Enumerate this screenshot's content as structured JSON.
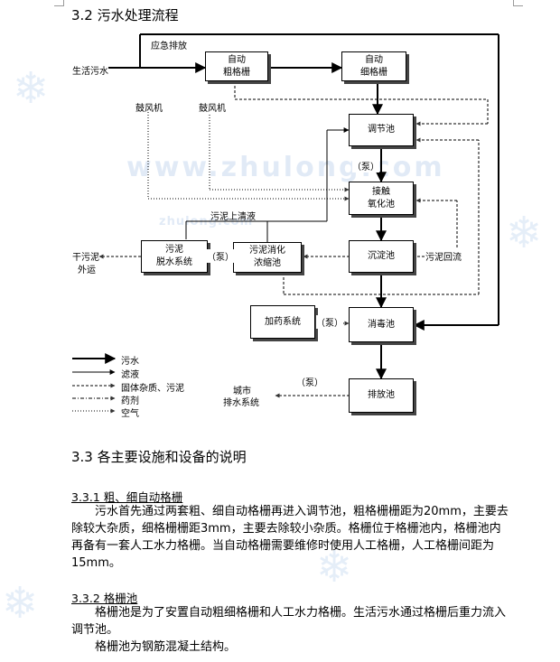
{
  "heading_32": "3.2 污水处理流程",
  "watermark": "www.zhulong.com",
  "watermark_small": "zhulong.com",
  "diagram": {
    "boxes": {
      "coarse_screen": [
        "自动",
        "粗格栅"
      ],
      "fine_screen": [
        "自动",
        "细格栅"
      ],
      "regulating_tank": [
        "调节池"
      ],
      "contact_oxidation": [
        "接触",
        "氧化池"
      ],
      "sedimentation": [
        "沉淀池"
      ],
      "sludge_thickening": [
        "污泥消化",
        "浓缩池"
      ],
      "sludge_dewatering": [
        "污泥",
        "脱水系统"
      ],
      "dosing_system": [
        "加药系统"
      ],
      "disinfection": [
        "消毒池"
      ],
      "discharge": [
        "排放池"
      ]
    },
    "labels": {
      "domestic_sewage": "生活污水",
      "emergency_discharge": "应急排放",
      "blower_1": "鼓风机",
      "blower_2": "鼓风机",
      "pump_1": "（泵）",
      "pump_2": "（泵）",
      "pump_3": "（泵）",
      "pump_4": "（泵）",
      "sludge_supernatant": "污泥上清液",
      "sludge_return": "污泥回流",
      "dry_sludge": [
        "干污泥",
        "外运"
      ],
      "city_drainage": [
        "城市",
        "排水系统"
      ]
    },
    "legend": [
      "污水",
      "滤液",
      "固体杂质、污泥",
      "药剂",
      "空气"
    ]
  },
  "heading_33": "3.3 各主要设施和设备的说明",
  "section_331": {
    "heading": "3.3.1 粗、细自动格栅",
    "text": "污水首先通过两套粗、细自动格栅再进入调节池，粗格栅栅距为20mm，主要去除较大杂质，细格栅栅距3mm，主要去除较小杂质。格栅位于格栅池内，格栅池内再备有一套人工水力格栅。当自动格栅需要维修时使用人工格栅，人工格栅间距为15mm。"
  },
  "section_332": {
    "heading": "3.3.2 格栅池",
    "text_1": "格栅池是为了安置自动粗细格栅和人工水力格栅。生活污水通过格栅后重力流入调节池。",
    "text_2": "格栅池为钢筋混凝土结构。"
  }
}
